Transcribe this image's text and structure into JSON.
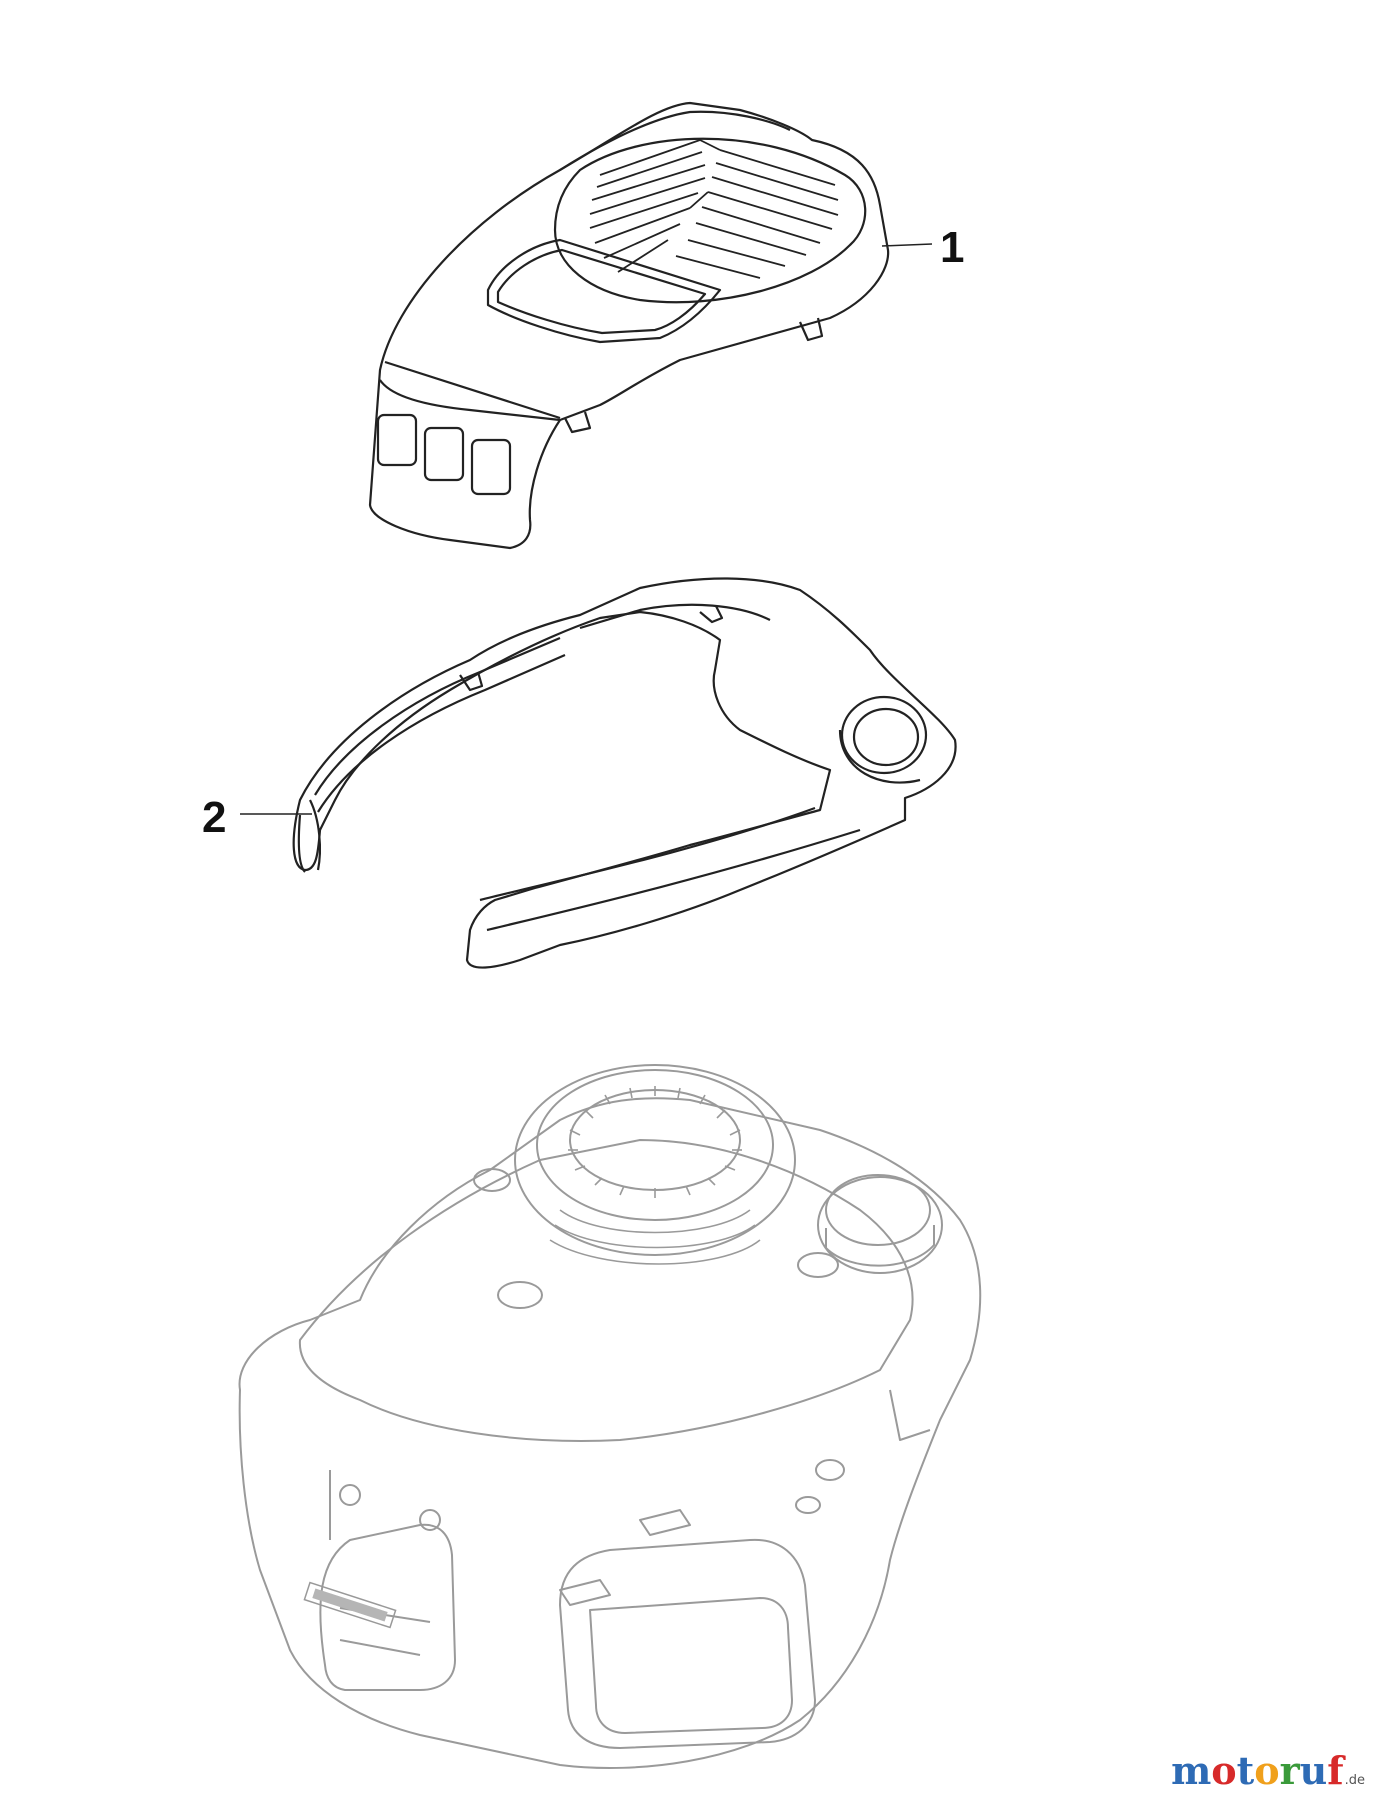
{
  "callouts": [
    {
      "id": "1",
      "label": "1"
    },
    {
      "id": "2",
      "label": "2"
    }
  ],
  "watermark": {
    "letters": [
      "m",
      "o",
      "t",
      "o",
      "r",
      "u",
      "f"
    ],
    "colors": [
      "#2e6bb5",
      "#d72a2a",
      "#2e6bb5",
      "#f0a01c",
      "#3a9a3a",
      "#2e6bb5",
      "#d72a2a"
    ],
    "suffix": ".de"
  },
  "parts": [
    {
      "ref": "1",
      "name": "shroud-top-cover-icon"
    },
    {
      "ref": "2",
      "name": "shroud-ring-icon"
    },
    {
      "ref": "",
      "name": "engine-icon"
    }
  ]
}
